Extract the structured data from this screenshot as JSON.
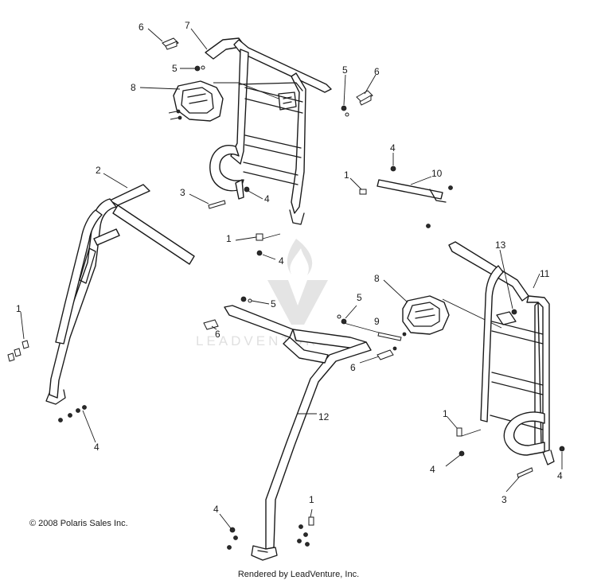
{
  "watermark": {
    "text": "LEADVENTURE"
  },
  "callouts": [
    "1",
    "2",
    "3",
    "4",
    "5",
    "6",
    "7",
    "8",
    "9",
    "10",
    "11",
    "12",
    "13"
  ],
  "footer": {
    "copyright": "© 2008 Polaris Sales Inc.",
    "rendered_by": "Rendered by LeadVenture, Inc."
  },
  "colors": {
    "line": "#1a1a1a",
    "background": "#ffffff",
    "watermark": "#e0e0e0"
  }
}
